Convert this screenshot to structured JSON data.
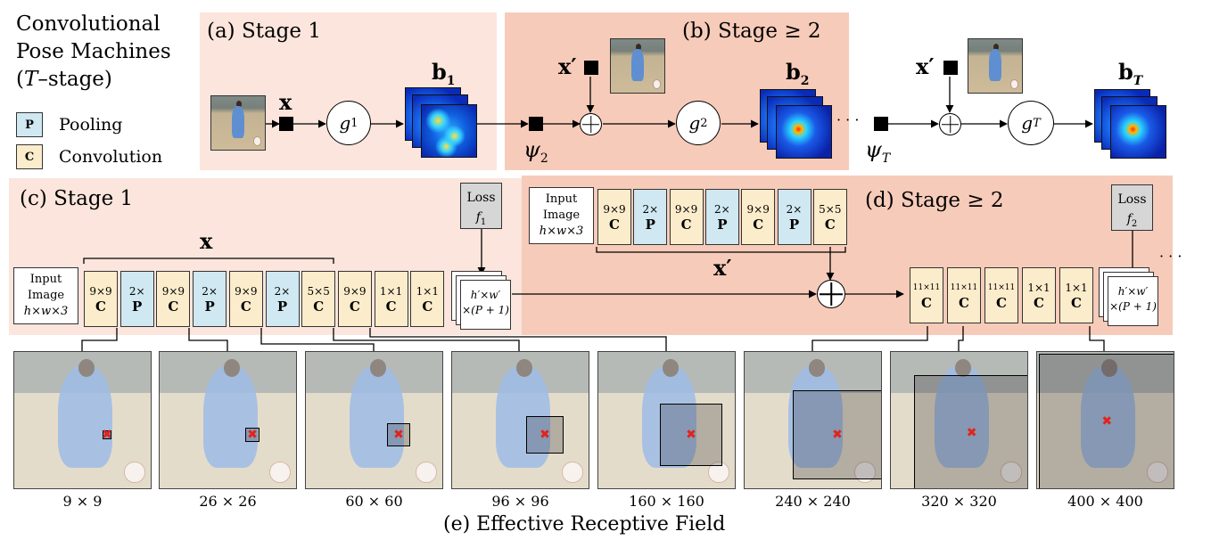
{
  "legend": {
    "title_line1": "Convolutional",
    "title_line2": "Pose Machines",
    "title_line3_pre": "(",
    "title_line3_t": "T",
    "title_line3_post": "–stage)",
    "pooling_letter": "P",
    "pooling_label": "Pooling",
    "conv_letter": "C",
    "conv_label": "Convolution"
  },
  "top": {
    "panel_a_label": "(a) Stage 1",
    "panel_b_label": "(b) Stage ≥ 2",
    "x": "x",
    "x_prime": "x′",
    "g1": "g",
    "g1_sub": "1",
    "g2": "g",
    "g2_sub": "2",
    "gT": "g",
    "gT_sub": "T",
    "b1": "b",
    "b1_sub": "1",
    "b2": "b",
    "b2_sub": "2",
    "bT": "b",
    "bT_sub": "T",
    "psi2": "ψ",
    "psi2_sub": "2",
    "psiT": "ψ",
    "psiT_sub": "T",
    "dots": "· · ·"
  },
  "stage1": {
    "label": "(c) Stage 1",
    "bracket_label": "x",
    "input_line1": "Input",
    "input_line2": "Image",
    "input_line3": "h×w×3",
    "blocks": [
      {
        "top": "9×9",
        "bot": "C"
      },
      {
        "top": "2×",
        "bot": "P"
      },
      {
        "top": "9×9",
        "bot": "C"
      },
      {
        "top": "2×",
        "bot": "P"
      },
      {
        "top": "9×9",
        "bot": "C"
      },
      {
        "top": "2×",
        "bot": "P"
      },
      {
        "top": "5×5",
        "bot": "C"
      },
      {
        "top": "9×9",
        "bot": "C"
      },
      {
        "top": "1×1",
        "bot": "C"
      },
      {
        "top": "1×1",
        "bot": "C"
      }
    ],
    "loss_line1": "Loss",
    "loss_line2": "f",
    "loss_sub": "1",
    "out_line1": "h′×w′",
    "out_line2": "×(P + 1)"
  },
  "stage2": {
    "label": "(d) Stage ≥ 2",
    "bracket_label": "x′",
    "input_line1": "Input",
    "input_line2": "Image",
    "input_line3": "h×w×3",
    "blocks": [
      {
        "top": "9×9",
        "bot": "C"
      },
      {
        "top": "2×",
        "bot": "P"
      },
      {
        "top": "9×9",
        "bot": "C"
      },
      {
        "top": "2×",
        "bot": "P"
      },
      {
        "top": "9×9",
        "bot": "C"
      },
      {
        "top": "2×",
        "bot": "P"
      },
      {
        "top": "5×5",
        "bot": "C"
      }
    ],
    "post_blocks": [
      {
        "top": "11×11",
        "bot": "C"
      },
      {
        "top": "11×11",
        "bot": "C"
      },
      {
        "top": "11×11",
        "bot": "C"
      },
      {
        "top": "1×1",
        "bot": "C"
      },
      {
        "top": "1×1",
        "bot": "C"
      }
    ],
    "loss_line1": "Loss",
    "loss_line2": "f",
    "loss_sub": "2",
    "out_line1": "h′×w′",
    "out_line2": "×(P + 1)",
    "dots": "· · ·"
  },
  "erf": {
    "caption": "(e) Effective Receptive Field",
    "items": [
      {
        "label": "9 × 9",
        "frac": 0.06
      },
      {
        "label": "26 × 26",
        "frac": 0.1
      },
      {
        "label": "60 × 60",
        "frac": 0.17
      },
      {
        "label": "96 × 96",
        "frac": 0.27
      },
      {
        "label": "160 × 160",
        "frac": 0.45
      },
      {
        "label": "240 × 240",
        "frac": 0.65
      },
      {
        "label": "320 × 320",
        "frac": 0.83
      },
      {
        "label": "400 × 400",
        "frac": 0.99
      }
    ]
  }
}
